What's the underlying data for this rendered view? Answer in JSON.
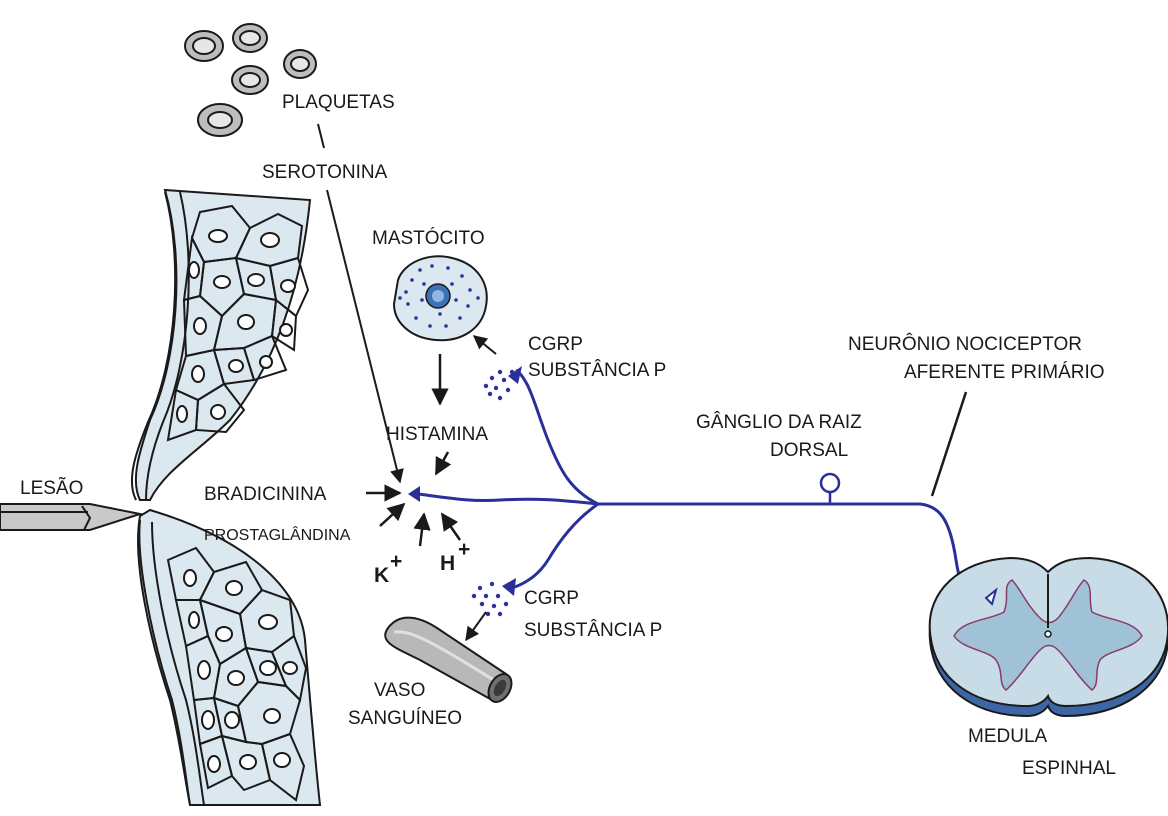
{
  "diagram": {
    "labels": {
      "plaquetas": "PLAQUETAS",
      "serotonina": "SEROTONINA",
      "mastocito": "MASTÓCITO",
      "cgrp_top": "CGRP",
      "substancia_p_top": "SUBSTÂNCIA P",
      "histamina": "HISTAMINA",
      "lesao": "LESÃO",
      "bradicinina": "BRADICININA",
      "prostaglandina": "PROSTAGLÂNDINA",
      "k_ion": "K",
      "h_ion": "H",
      "ion_charge": "+",
      "cgrp_bottom": "CGRP",
      "substancia_p_bottom": "SUBSTÂNCIA P",
      "vaso_line1": "VASO",
      "vaso_line2": "SANGUÍNEO",
      "ganglio_line1": "GÂNGLIO DA RAIZ",
      "ganglio_line2": "DORSAL",
      "neuronio_line1": "NEURÔNIO NOCICEPTOR",
      "neuronio_line2": "AFERENTE PRIMÁRIO",
      "medula_line1": "MEDULA",
      "medula_line2": "ESPINHAL"
    },
    "colors": {
      "nerve": "#2a2f9a",
      "tissue_fill": "#dce8ef",
      "cord_fill": "#c8dce8",
      "cord_gray": "#9fc2d6",
      "cord_base": "#3c66a6",
      "outline": "#1a1a1a"
    }
  }
}
